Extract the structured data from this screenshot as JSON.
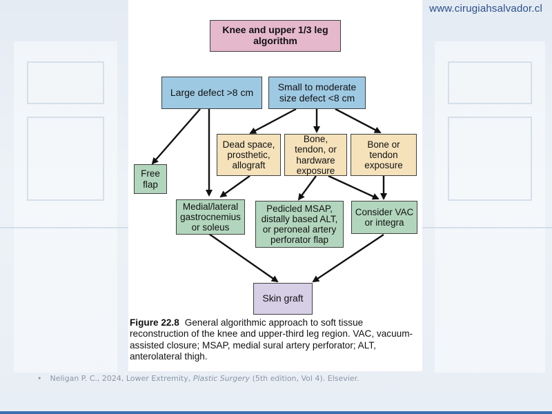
{
  "watermark": "www.cirugiahsalvador.cl",
  "flowchart": {
    "title": "Knee and upper 1/3 leg\nalgorithm",
    "large_defect": "Large defect >8 cm",
    "small_defect": "Small to moderate\nsize defect <8 cm",
    "free_flap": "Free\nflap",
    "dead_space": "Dead space,\nprosthetic,\nallograft",
    "bone_hardware": "Bone,\ntendon, or\nhardware\nexposure",
    "bone_tendon": "Bone or\ntendon\nexposure",
    "gastrocnemius": "Medial/lateral\ngastrocnemius\nor soleus",
    "pedicled": "Pedicled MSAP,\ndistally based ALT,\nor peroneal artery\nperforator flap",
    "vac": "Consider VAC\nor integra",
    "skin_graft": "Skin graft"
  },
  "caption": {
    "figure_label": "Figure 22.8",
    "text": "General algorithmic approach to soft tissue reconstruction of the knee and upper-third leg region. VAC, vacuum-assisted closure; MSAP, medial sural artery perforator; ALT, anterolateral thigh."
  },
  "citation": {
    "bullet": "•",
    "before": "Neligan P. C., 2024, Lower Extremity, ",
    "italic": "Plastic Surgery",
    "after": " (5th edition, Vol 4). Elsevier."
  },
  "colors": {
    "title_box": "#e5b8cc",
    "defect_box": "#9ec9e3",
    "indication_box": "#f5e2bb",
    "procedure_box": "#b2d6bd",
    "graft_box": "#d7cfe6"
  }
}
